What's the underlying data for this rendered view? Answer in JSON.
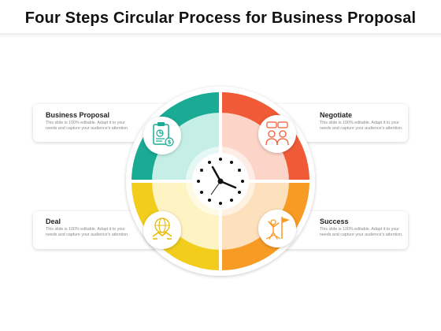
{
  "title": "Four Steps Circular Process for Business Proposal",
  "steps": [
    {
      "label": "Business  Proposal",
      "description": "This slide is 100% editable. Adapt it to your needs and capture your audience's attention.",
      "color": "#1aab95",
      "light": "#c5efe6",
      "icon": "clipboard-chart-icon"
    },
    {
      "label": "Negotiate",
      "description": "This slide is 100% editable. Adapt it to your needs and capture your audience's attention.",
      "color": "#f05a36",
      "light": "#fcd4c8",
      "icon": "negotiation-icon"
    },
    {
      "label": "Deal",
      "description": "This slide is 100% editable. Adapt it to your needs and capture your audience's attention.",
      "color": "#f2cd1b",
      "light": "#fdf3c3",
      "icon": "globe-handshake-icon"
    },
    {
      "label": "Success",
      "description": "This slide is 100% editable. Adapt it to your needs and capture your audience's attention.",
      "color": "#f79b24",
      "light": "#fde1bd",
      "icon": "success-flag-icon"
    }
  ],
  "center_icon": "clock-icon"
}
